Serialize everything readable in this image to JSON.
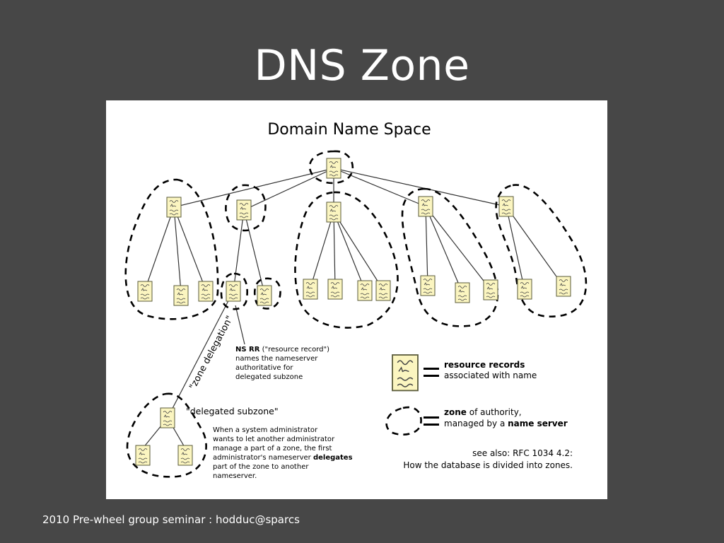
{
  "slide": {
    "title": "DNS Zone",
    "footer": "2010 Pre-wheel group seminar : hodduc@sparcs"
  },
  "diagram": {
    "title": "Domain Name Space",
    "zone_delegation_label": "\"zone delegation\"",
    "ns_rr_note": {
      "bold": "NS RR",
      "line1_rest": " (\"resource record\")",
      "line2": "names the nameserver",
      "line3": "authoritative for",
      "line4": "delegated subzone"
    },
    "delegated_subzone_label": "\"delegated subzone\"",
    "admin_note": {
      "line1": "When a system administrator",
      "line2": "wants to let another administrator",
      "line3": "manage a part of a zone, the first",
      "line4_pre": "administrator's nameserver ",
      "line4_bold": "delegates",
      "line5": "part of the zone to another",
      "line6": "nameserver."
    },
    "legend": {
      "rr_bold": "resource records",
      "rr_rest": "associated with name",
      "zone_bold": "zone",
      "zone_rest": " of authority,",
      "ns_pre": "managed by a ",
      "ns_bold": "name server"
    },
    "see_also": {
      "line1": "see also: RFC 1034 4.2:",
      "line2": "How the database is divided into zones."
    }
  },
  "colors": {
    "slide_background": "#474747",
    "panel_background": "#ffffff",
    "record_fill": "#fbf5c0",
    "record_stroke": "#5a5a3a"
  }
}
